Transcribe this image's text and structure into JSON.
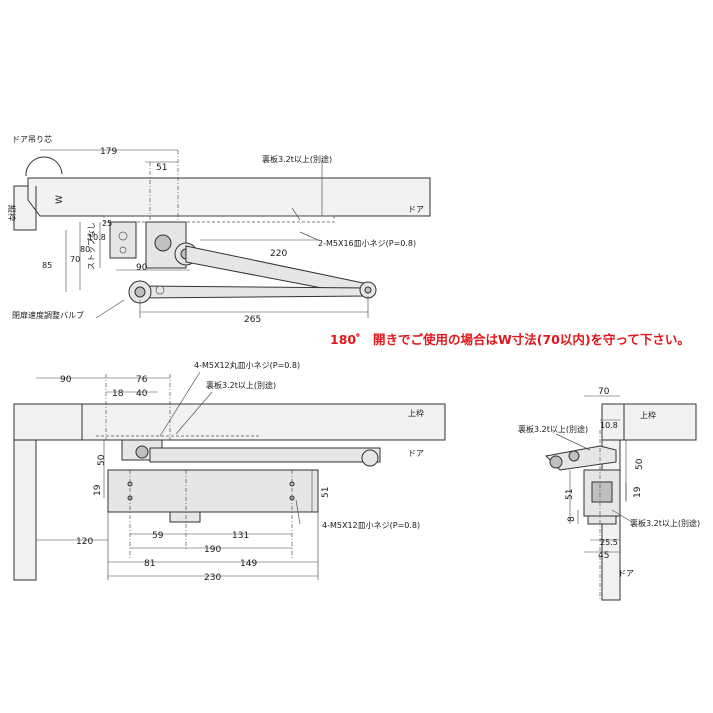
{
  "labels": {
    "door_pivot": "ドア吊り芯",
    "frame_vertical": "縦枠",
    "w_dim": "W",
    "door_top": "ドア",
    "door_bottom": "ドア",
    "door_right": "ドア",
    "upper_frame_bottom": "上枠",
    "upper_frame_right": "上枠",
    "backing_plate_top": "裏板3.2t以上(別途)",
    "backing_plate_mid": "裏板3.2t以上(別途)",
    "backing_plate_right_top": "裏板3.2t以上(別途)",
    "backing_plate_right_bottom": "裏板3.2t以上(別途)",
    "screw_top": "2-M5X16皿小ネジ(P=0.8)",
    "screw_mid": "4-M5X12丸皿小ネジ(P=0.8)",
    "screw_bottom": "4-M5X12皿小ネジ(P=0.8)",
    "stopper_none": "ストップなし",
    "speed_valve": "閉扉速度調整バルブ",
    "note_180": "180゜ 開きでご使用の場合はW寸法(70以内)を守って下さい。"
  },
  "top_view_dims": {
    "d179": "179",
    "d51": "51",
    "d25": "25",
    "d10_8": "10.8",
    "d80": "80",
    "d85": "85",
    "d70": "70",
    "d90": "90",
    "d220": "220",
    "d265": "265"
  },
  "front_view_dims": {
    "d90": "90",
    "d76": "76",
    "d18": "18",
    "d40": "40",
    "d50": "50",
    "d19": "19",
    "d51": "51",
    "d59": "59",
    "d131": "131",
    "d120": "120",
    "d190": "190",
    "d81": "81",
    "d149": "149",
    "d230": "230"
  },
  "side_view_dims": {
    "d70": "70",
    "d10_8": "10.8",
    "d50": "50",
    "d51": "51",
    "d19": "19",
    "d8": "8",
    "d25_5": "25.5",
    "d45": "45"
  }
}
